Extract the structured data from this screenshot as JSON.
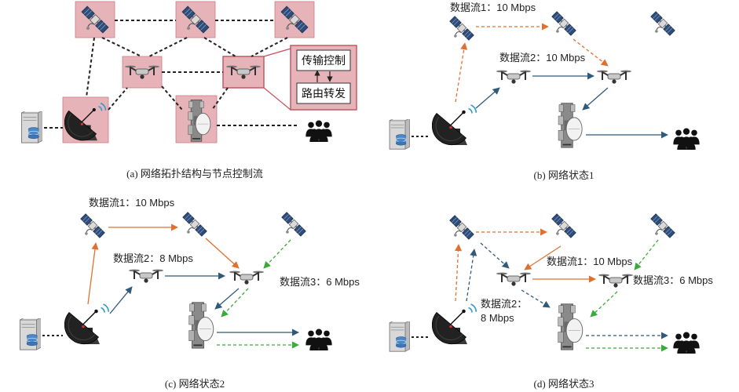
{
  "panel_a": {
    "caption": "(a) 网络拓扑结构与节点控制流",
    "control_box": {
      "top_label": "传输控制",
      "bottom_label": "路由转发"
    }
  },
  "panel_b": {
    "caption": "(b) 网络状态1",
    "flow1_label": "数据流1：10 Mbps",
    "flow2_label": "数据流2：10 Mbps"
  },
  "panel_c": {
    "caption": "(c) 网络状态2",
    "flow1_label": "数据流1：10 Mbps",
    "flow2_label": "数据流2：8 Mbps",
    "flow3_label": "数据流3：6 Mbps"
  },
  "panel_d": {
    "caption": "(d) 网络状态3",
    "flow1_label": "数据流1：10 Mbps",
    "flow2_label_line1": "数据流2：",
    "flow2_label_line2": "8 Mbps",
    "flow3_label": "数据流3：6 Mbps"
  },
  "colors": {
    "flow1": "#e07030",
    "flow2": "#2f5a7a",
    "flow3": "#3aaa3a",
    "highlight": "#e6b3b8",
    "highlight_border": "#c0505a"
  },
  "icons": [
    "satellite-icon",
    "drone-icon",
    "ground-antenna-icon",
    "dish-antenna-icon",
    "server-icon",
    "users-icon"
  ]
}
